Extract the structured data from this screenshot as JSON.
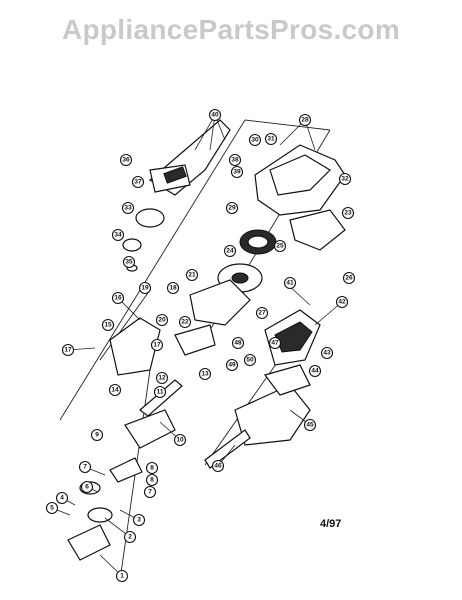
{
  "watermark": {
    "text": "AppliancePartsPros.com"
  },
  "diagram": {
    "revision_date": "4/97",
    "callouts": [
      "1",
      "2",
      "3",
      "4",
      "5",
      "6",
      "7",
      "7",
      "8",
      "8",
      "9",
      "10",
      "11",
      "12",
      "13",
      "14",
      "15",
      "16",
      "17",
      "17",
      "18",
      "19",
      "20",
      "21",
      "22",
      "23",
      "24",
      "25",
      "26",
      "27",
      "28",
      "29",
      "30",
      "31",
      "32",
      "33",
      "34",
      "35",
      "36",
      "37",
      "38",
      "39",
      "40",
      "41",
      "42",
      "43",
      "44",
      "45",
      "46",
      "47",
      "48",
      "49",
      "50"
    ]
  }
}
